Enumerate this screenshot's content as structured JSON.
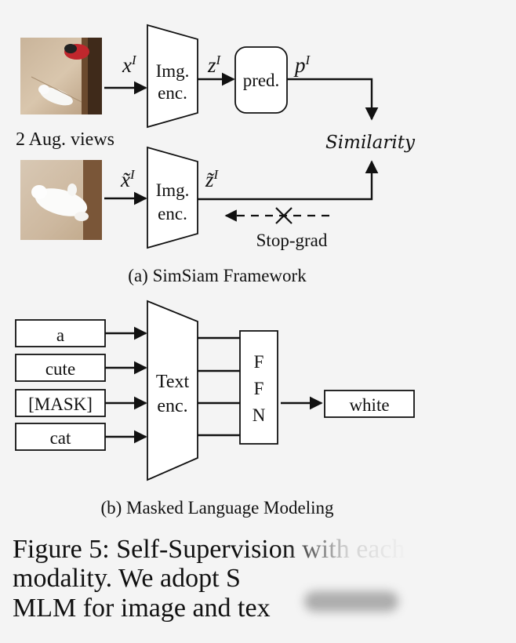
{
  "panel_a": {
    "views_label": "2 Aug. views",
    "encoder_top": {
      "line1": "Img.",
      "line2": "enc."
    },
    "encoder_bottom": {
      "line1": "Img.",
      "line2": "enc."
    },
    "predictor_label": "pred.",
    "x_label": "x",
    "x_sup": "I",
    "z_label": "z",
    "z_sup": "I",
    "p_label": "p",
    "p_sup": "I",
    "x_tilde_label": "x̃",
    "x_tilde_sup": "I",
    "z_tilde_label": "z̃",
    "z_tilde_sup": "I",
    "similarity_label": "Similarity",
    "stopgrad_label": "Stop-grad",
    "caption": "(a) SimSiam Framework"
  },
  "panel_b": {
    "tokens": [
      "a",
      "cute",
      "[MASK]",
      "cat"
    ],
    "encoder": {
      "line1": "Text",
      "line2": "enc."
    },
    "ffn_letters": [
      "F",
      "F",
      "N"
    ],
    "output": "white",
    "caption": "(b) Masked Language Modeling"
  },
  "figure_caption": {
    "line1": "Figure 5: Self-Supervision with each",
    "line2": "modality.   We adopt S",
    "line3": "MLM for image and tex"
  }
}
